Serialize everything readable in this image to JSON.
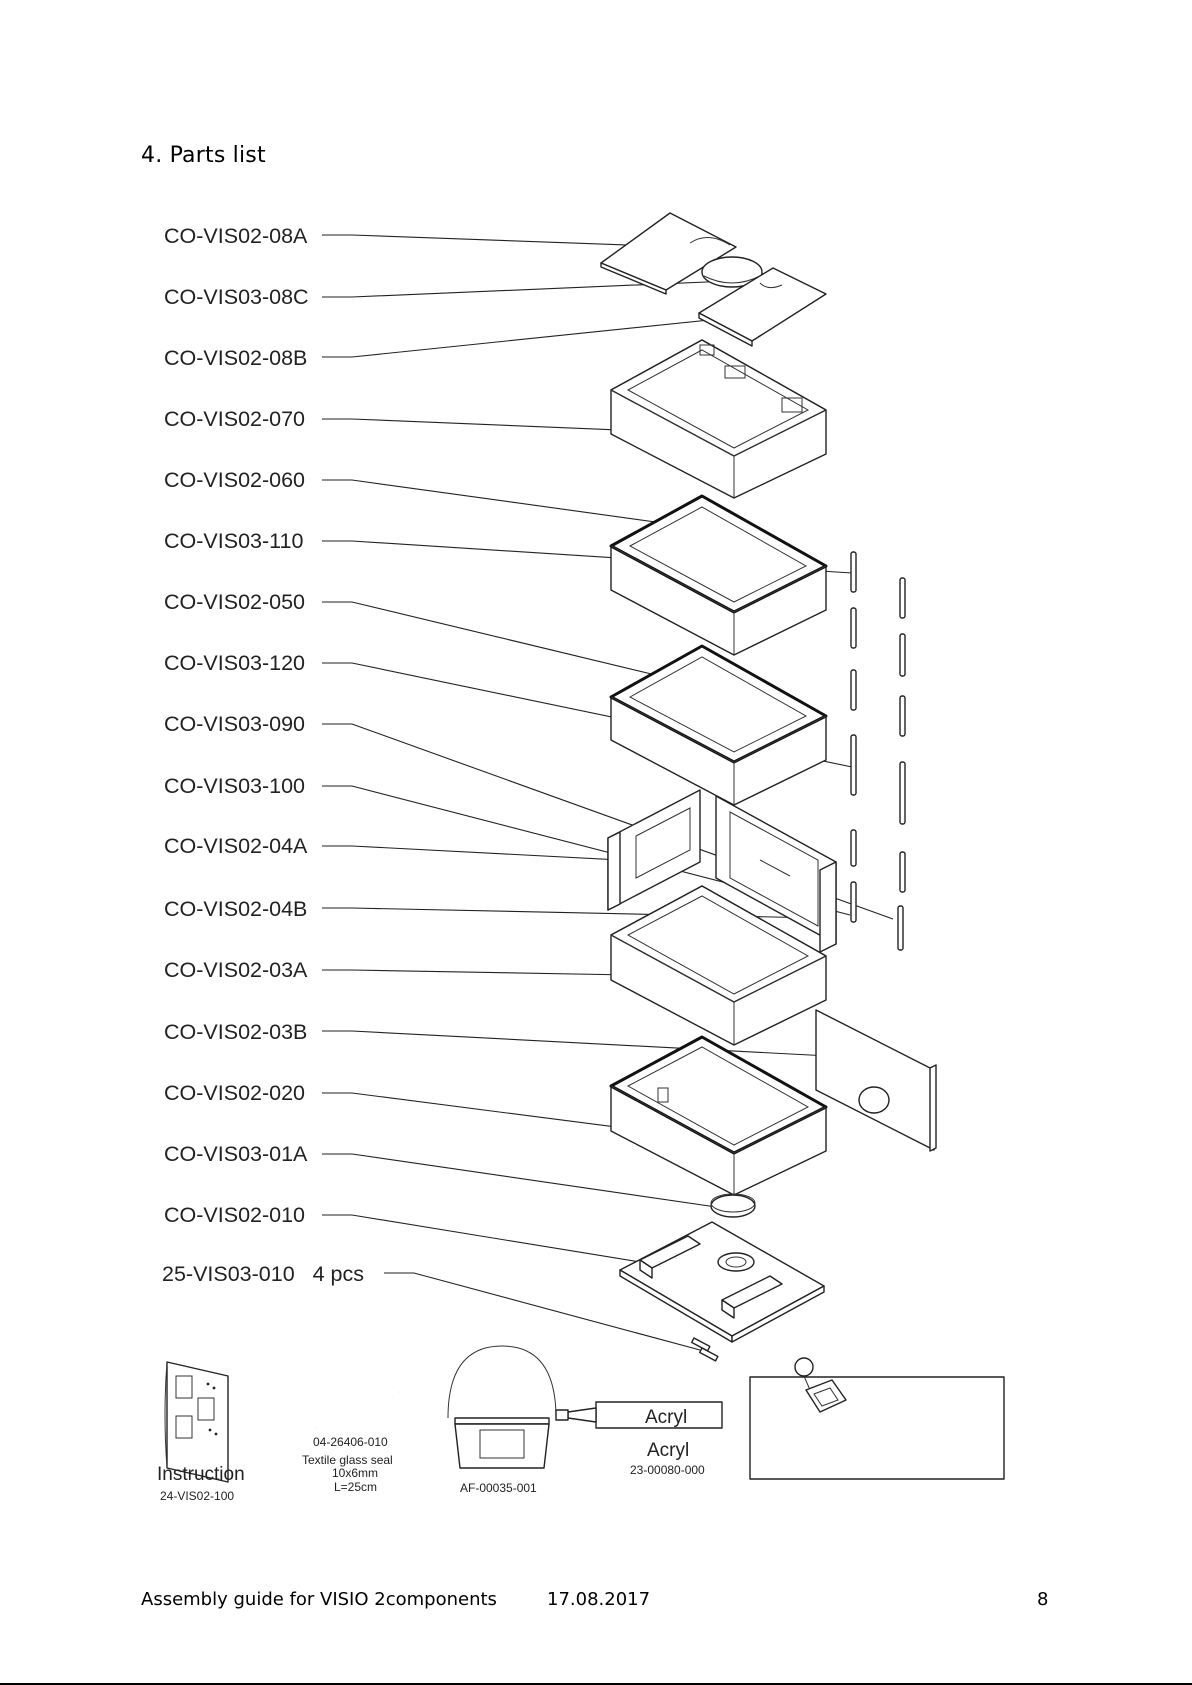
{
  "section_title": "4. Parts list",
  "part_labels": [
    "CO-VIS02-08A",
    "CO-VIS03-08C",
    "CO-VIS02-08B",
    "CO-VIS02-070",
    "CO-VIS02-060",
    "CO-VIS03-110",
    "CO-VIS02-050",
    "CO-VIS03-120",
    "CO-VIS03-090",
    "CO-VIS03-100",
    "CO-VIS02-04A",
    "CO-VIS02-04B",
    "CO-VIS02-03A",
    "CO-VIS02-03B",
    "CO-VIS02-020",
    "CO-VIS03-01A",
    "CO-VIS02-010",
    "25-VIS03-010   4 pcs"
  ],
  "accessories": {
    "instruction": {
      "title": "Instruction",
      "code": "24-VIS02-100"
    },
    "seal": {
      "code": "04-26406-010",
      "line1": "Textile glass seal",
      "line2": "10x6mm",
      "line3": "L=25cm"
    },
    "bucket": {
      "code": "AF-00035-001"
    },
    "acryl": {
      "tube_text": "Acryl",
      "title": "Acryl",
      "code": "23-00080-000"
    }
  },
  "footer": {
    "left": "Assembly guide for VISIO 2components",
    "date": "17.08.2017",
    "page": "8"
  }
}
